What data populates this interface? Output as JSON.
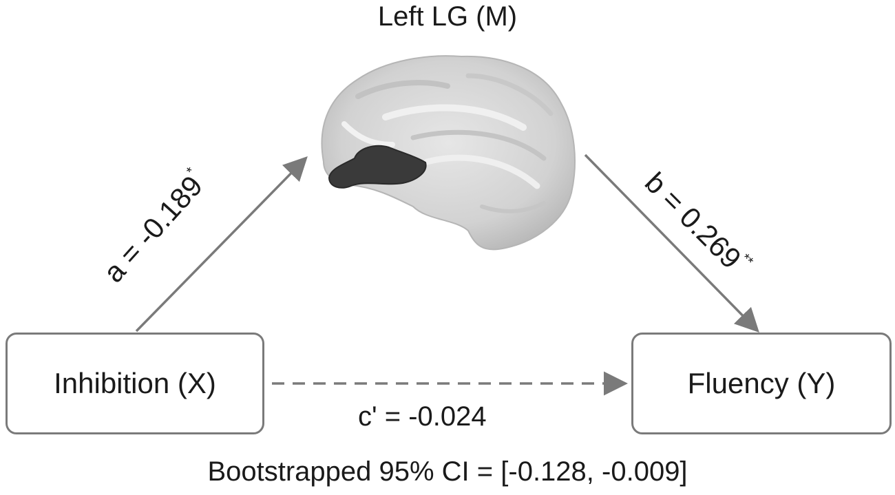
{
  "mediator": {
    "title": "Left LG (M)",
    "image": "brain-medial-view-icon"
  },
  "nodes": {
    "x_label": "Inhibition (X)",
    "y_label": "Fluency (Y)"
  },
  "paths": {
    "a": {
      "text": "a = -0.189",
      "sig": "*"
    },
    "b": {
      "text": "b = 0.269",
      "sig": "**"
    },
    "c_prime": {
      "text": "c' = -0.024"
    }
  },
  "summary": {
    "ci_text": "Bootstrapped 95% CI = [-0.128, -0.009]"
  },
  "colors": {
    "arrow": "#7a7a7a",
    "box_border": "#7a7a7a",
    "brain": "#d6d6d6",
    "region": "#3a3a3a",
    "text": "#1a1a1a"
  }
}
